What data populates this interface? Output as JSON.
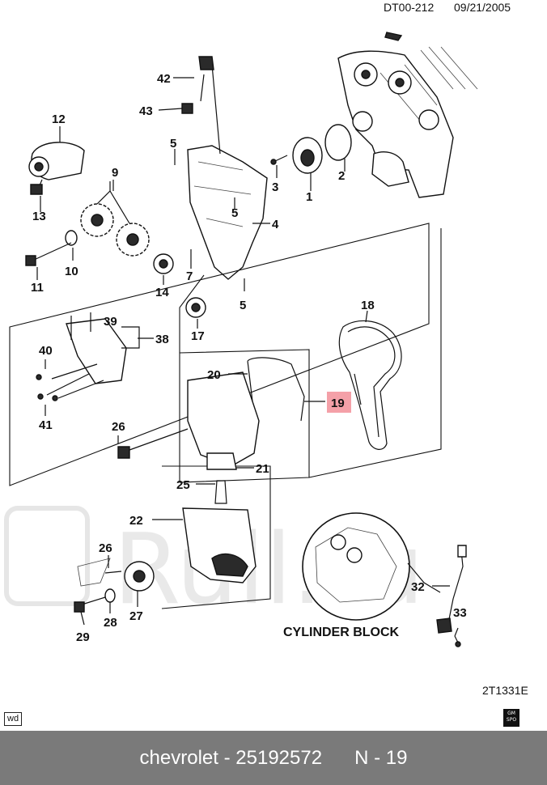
{
  "header": {
    "document_code": "DT00-212",
    "date": "09/21/2005"
  },
  "figure_code": "2T1331E",
  "caption": "CYLINDER BLOCK",
  "wd_tag": "wd",
  "logo_text": "GM SPO",
  "watermark": "Rull.ru",
  "highlight_color": "#f4a0a8",
  "highlighted_part": "19",
  "callouts": [
    "1",
    "2",
    "3",
    "4",
    "5",
    "5",
    "5",
    "7",
    "9",
    "10",
    "11",
    "12",
    "13",
    "14",
    "17",
    "18",
    "19",
    "20",
    "21",
    "22",
    "25",
    "26",
    "26",
    "27",
    "28",
    "29",
    "32",
    "33",
    "38",
    "39",
    "40",
    "41",
    "42",
    "43"
  ],
  "footer": {
    "brand": "chevrolet",
    "separator": "-",
    "part_number": "25192572",
    "position": "N - 19"
  }
}
